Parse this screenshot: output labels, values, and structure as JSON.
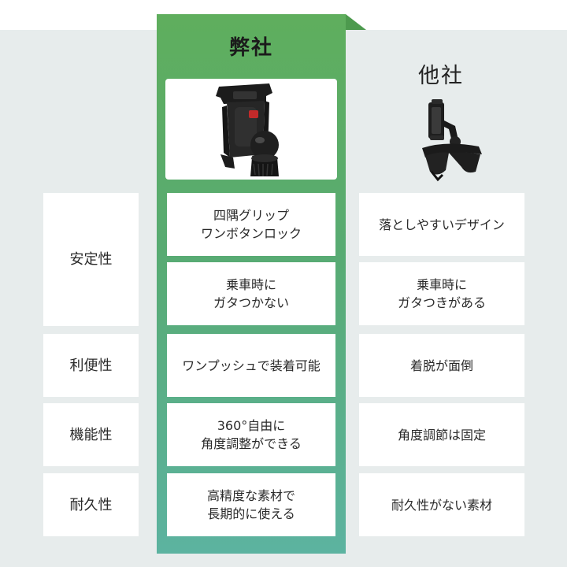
{
  "columns": {
    "ours_title": "弊社",
    "theirs_title": "他社"
  },
  "products": {
    "ours_icon": "phone-holder-icon",
    "theirs_icon": "dashboard-phone-clip-icon"
  },
  "categories": {
    "stability": "安定性",
    "convenience": "利便性",
    "functionality": "機能性",
    "durability": "耐久性"
  },
  "ours": {
    "grip": "四隅グリップ\nワンボタンロック",
    "rattle": "乗車時に\nガタつかない",
    "mount": "ワンプッシュで装着可能",
    "angle": "360°自由に\n角度調整ができる",
    "material": "高精度な素材で\n長期的に使える"
  },
  "theirs": {
    "grip": "落としやすいデザイン",
    "rattle": "乗車時に\nガタつきがある",
    "mount": "着脱が面倒",
    "angle": "角度調節は固定",
    "material": "耐久性がない素材"
  },
  "colors": {
    "accent_green": "#5fae5d",
    "accent_teal": "#5cb3a0",
    "panel_gray": "#e7ecec"
  }
}
